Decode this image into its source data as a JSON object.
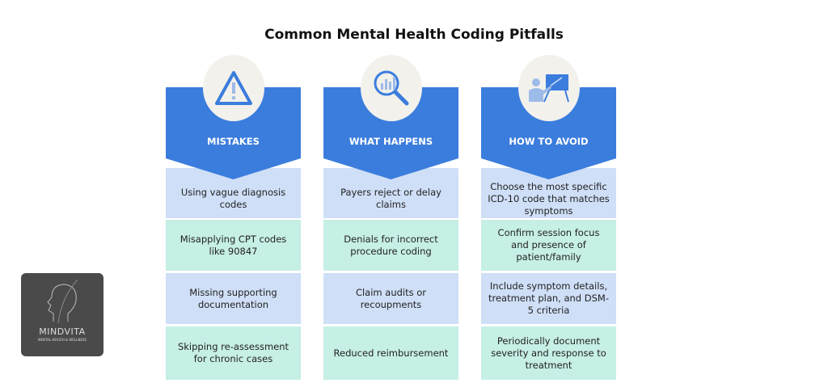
{
  "title": "Common Mental Health Coding Pitfalls",
  "columns": [
    {
      "header": "MISTAKES",
      "icon": "warning-triangle-icon",
      "rows": [
        "Using vague diagnosis codes",
        "Misapplying CPT codes like 90847",
        "Missing supporting documentation",
        "Skipping re-assessment for chronic cases"
      ]
    },
    {
      "header": "WHAT HAPPENS",
      "icon": "magnifier-chart-icon",
      "rows": [
        "Payers reject or delay claims",
        "Denials for incorrect procedure coding",
        "Claim audits or recoupments",
        "Reduced reimbursement"
      ]
    },
    {
      "header": "HOW TO AVOID",
      "icon": "presenter-board-icon",
      "rows": [
        "Choose the most specific ICD-10 code that matches symptoms",
        "Confirm session focus and presence of patient/family",
        "Include symptom details, treatment plan, and DSM-5 criteria",
        "Periodically document severity and response to treatment"
      ]
    }
  ],
  "logo": {
    "name": "MINDVITA",
    "tagline": "MENTAL HEALTH & WELLNESS"
  },
  "colors": {
    "header": "#3b7ddd",
    "row_blue": "#cfdff7",
    "row_mint": "#c6efe6",
    "circle": "#f3f1ec"
  }
}
